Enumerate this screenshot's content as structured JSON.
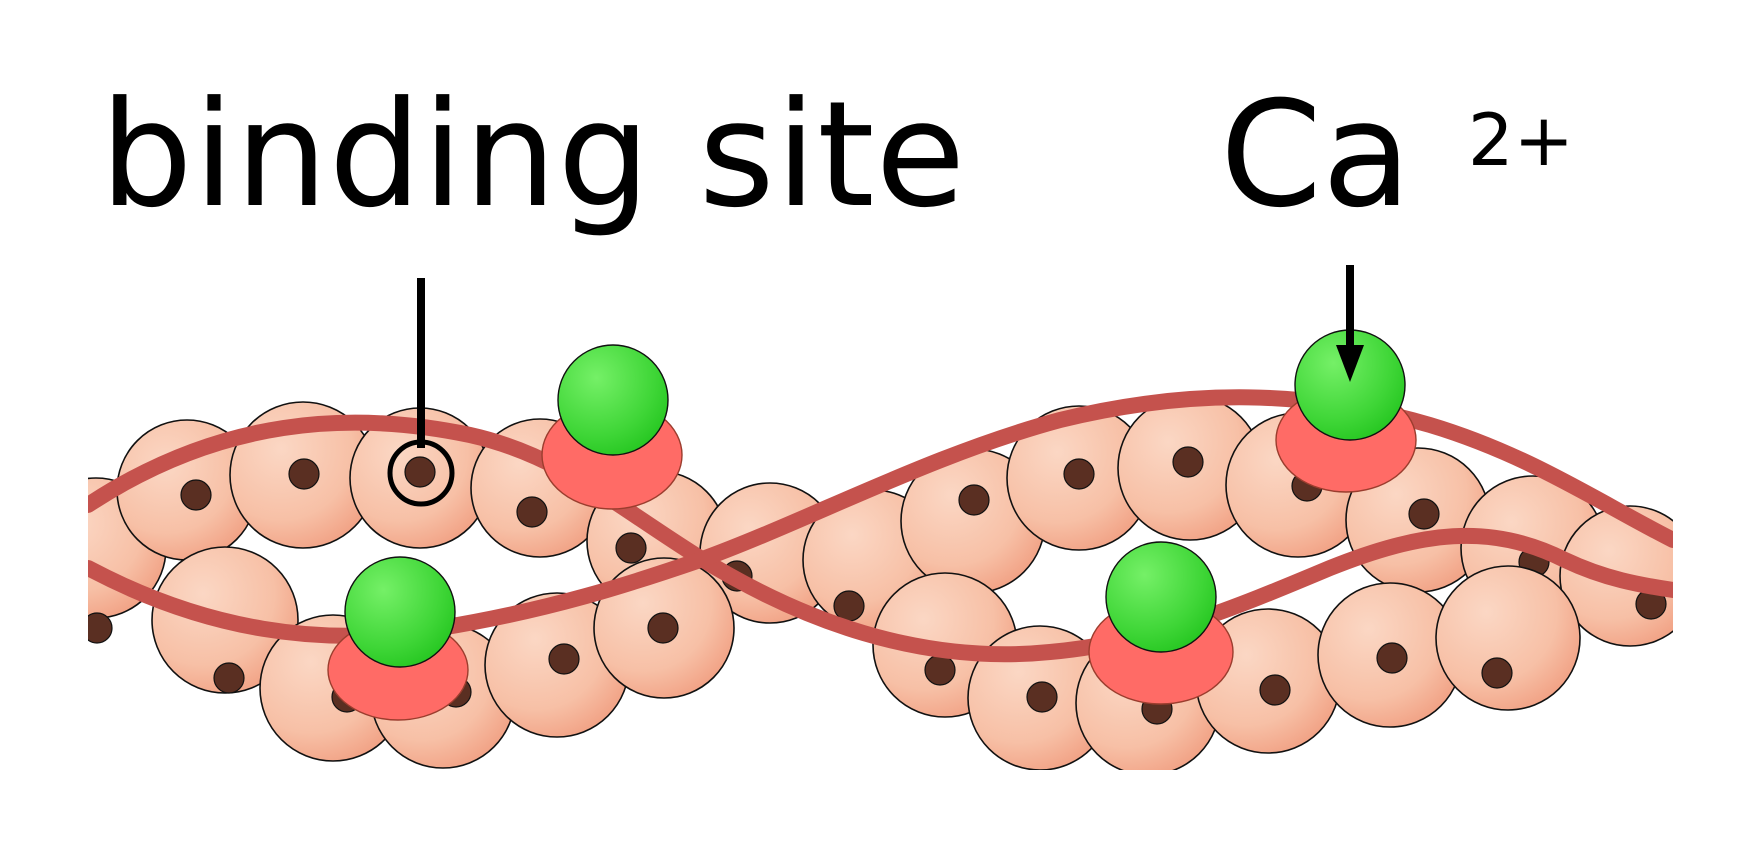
{
  "labels": {
    "binding_site": "binding site",
    "calcium_base": "Ca",
    "calcium_superscript": "2+"
  },
  "colors": {
    "background": "#ffffff",
    "actin_light": "#f8cbb5",
    "actin_dark": "#f2a78c",
    "actin_nucleus": "#5a2f22",
    "tropomyosin": "#c5524d",
    "troponin": "#ff6b66",
    "calcium_light": "#67ea58",
    "calcium_dark": "#2bc826",
    "text": "#000000"
  },
  "icons": {
    "binding_site_marker": "circle-icon",
    "calcium_pointer": "arrow-down-icon"
  }
}
